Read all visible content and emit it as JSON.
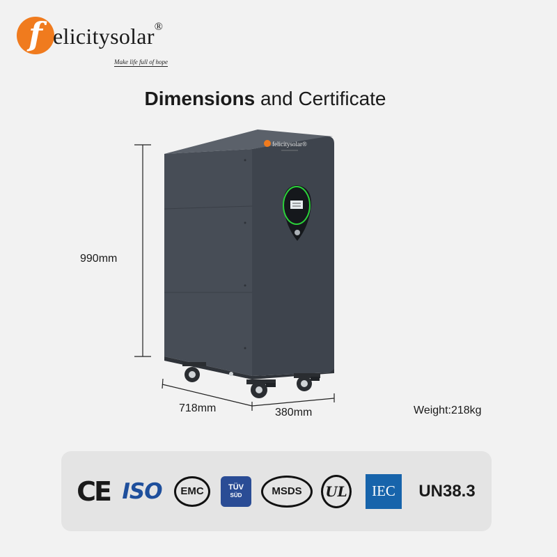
{
  "brand": {
    "logo_letter": "f",
    "name": "elicitysolar",
    "registered": "®",
    "tagline": "Make life full of hope"
  },
  "title": {
    "bold": "Dimensions",
    "rest": " and Certificate"
  },
  "dimensions": {
    "height": "990mm",
    "depth": "718mm",
    "width": "380mm",
    "weight": "Weight:218kg"
  },
  "product": {
    "panel_brand": "felicitysolar®"
  },
  "certifications": {
    "ce": "CE",
    "iso": "ISO",
    "emc": "EMC",
    "tuv_top": "TÜV",
    "tuv_bottom": "SÜD",
    "msds": "MSDS",
    "ul": "UL",
    "iec": "IEC",
    "un": "UN38.3"
  },
  "colors": {
    "brand_orange": "#f07b1e",
    "cabinet": "#454b54",
    "background": "#f2f2f2",
    "panel": "#e4e4e4"
  }
}
